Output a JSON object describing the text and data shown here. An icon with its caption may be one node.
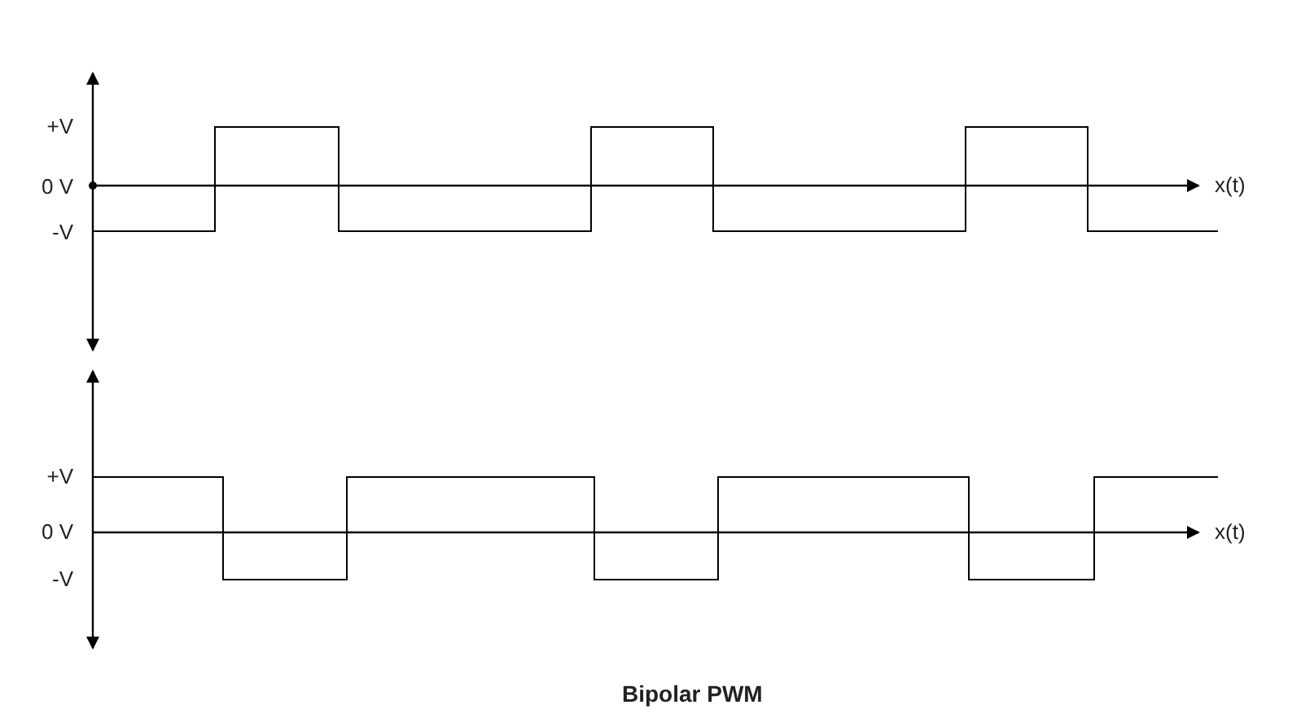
{
  "diagram": {
    "caption": "Bipolar PWM",
    "labels": [
      "+V",
      "0 V",
      "x(t)",
      "-V",
      "+V",
      "0 V",
      "x(t)",
      "-V"
    ]
  }
}
